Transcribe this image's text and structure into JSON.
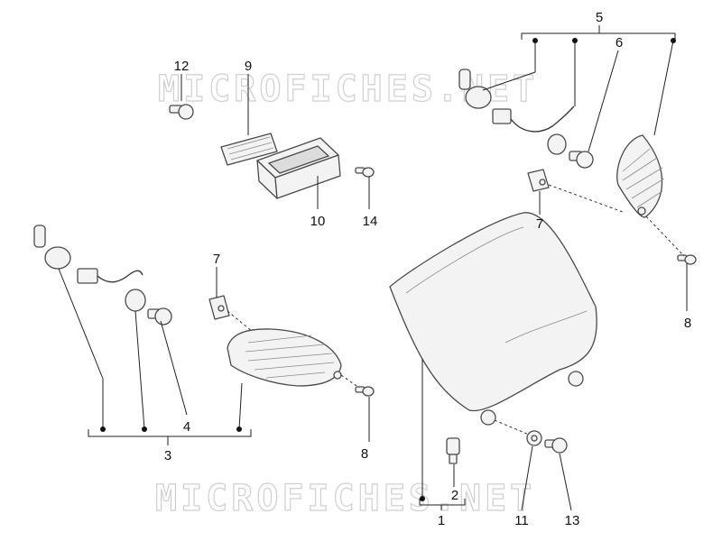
{
  "watermark": {
    "text_top": "MICROFICHES.NET",
    "text_bottom": "MICROFICHES.NET"
  },
  "callouts": {
    "n1": "1",
    "n2": "2",
    "n3": "3",
    "n4": "4",
    "n5": "5",
    "n6": "6",
    "n7_top": "7",
    "n7_left": "7",
    "n8_right": "8",
    "n8_left": "8",
    "n9": "9",
    "n10": "10",
    "n11": "11",
    "n12": "12",
    "n13": "13",
    "n14": "14"
  }
}
